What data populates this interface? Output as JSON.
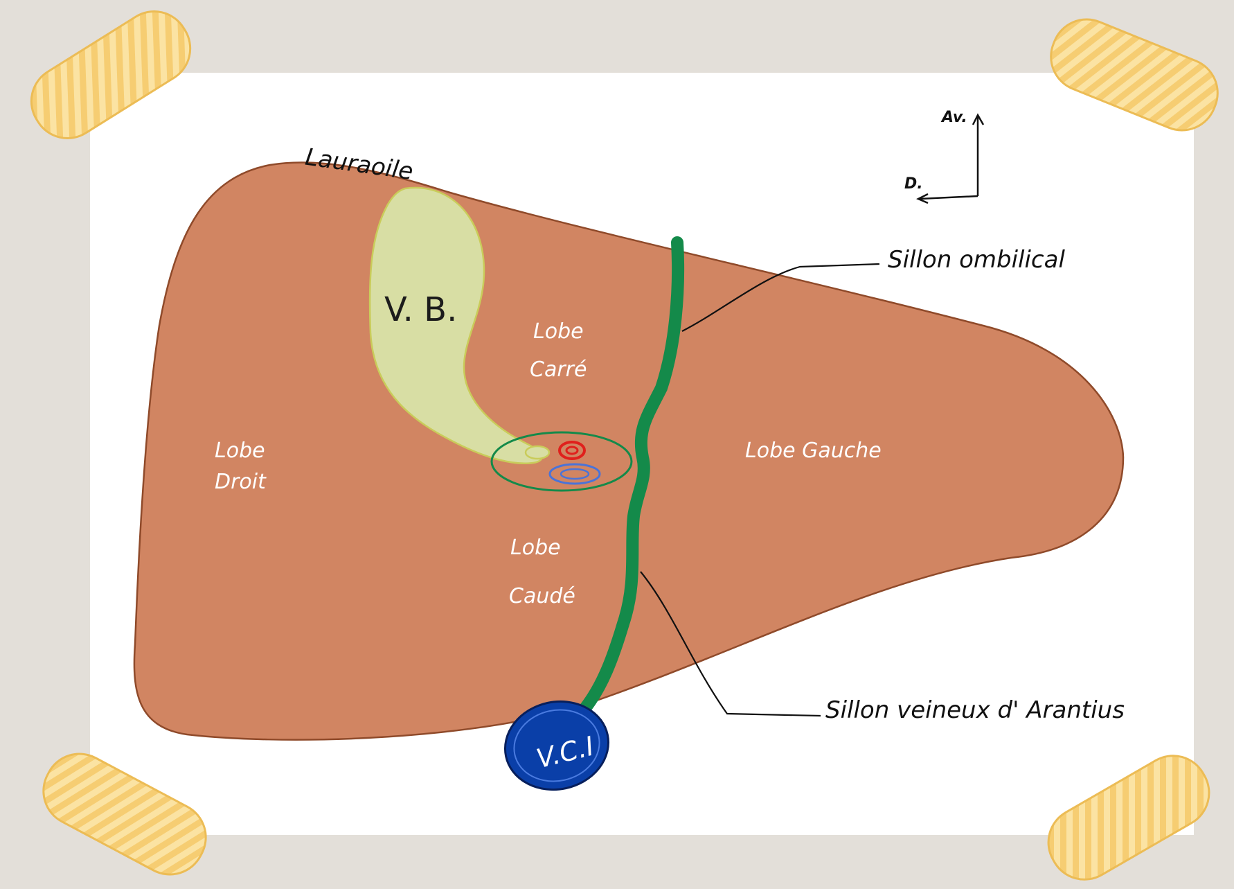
{
  "labels": {
    "laurasie": "Lauraoile",
    "vb": "V. B.",
    "lobe_carre_1": "Lobe",
    "lobe_carre_2": "Carré",
    "lobe_droit_1": "Lobe",
    "lobe_droit_2": "Droit",
    "lobe_caude_1": "Lobe",
    "lobe_caude_2": "Caudé",
    "lobe_gauche": "Lobe Gauche",
    "sillon_ombilical": "Sillon ombilical",
    "sillon_arantius": "Sillon veineux d' Arantius",
    "vci": "V.C.I",
    "orient_av": "Av.",
    "orient_d": "D."
  },
  "colors": {
    "background": "#e3dfd9",
    "paper": "#ffffff",
    "liver": "#d18562",
    "gallbladder": "#d8dea4",
    "groove": "#148a4a",
    "vci": "#0a3fa8",
    "artery": "#e0201c",
    "portal_vein": "#4a73d8"
  },
  "icons": [
    "tape-top-left-icon",
    "tape-top-right-icon",
    "tape-bottom-left-icon",
    "tape-bottom-right-icon",
    "orientation-arrows-icon"
  ]
}
